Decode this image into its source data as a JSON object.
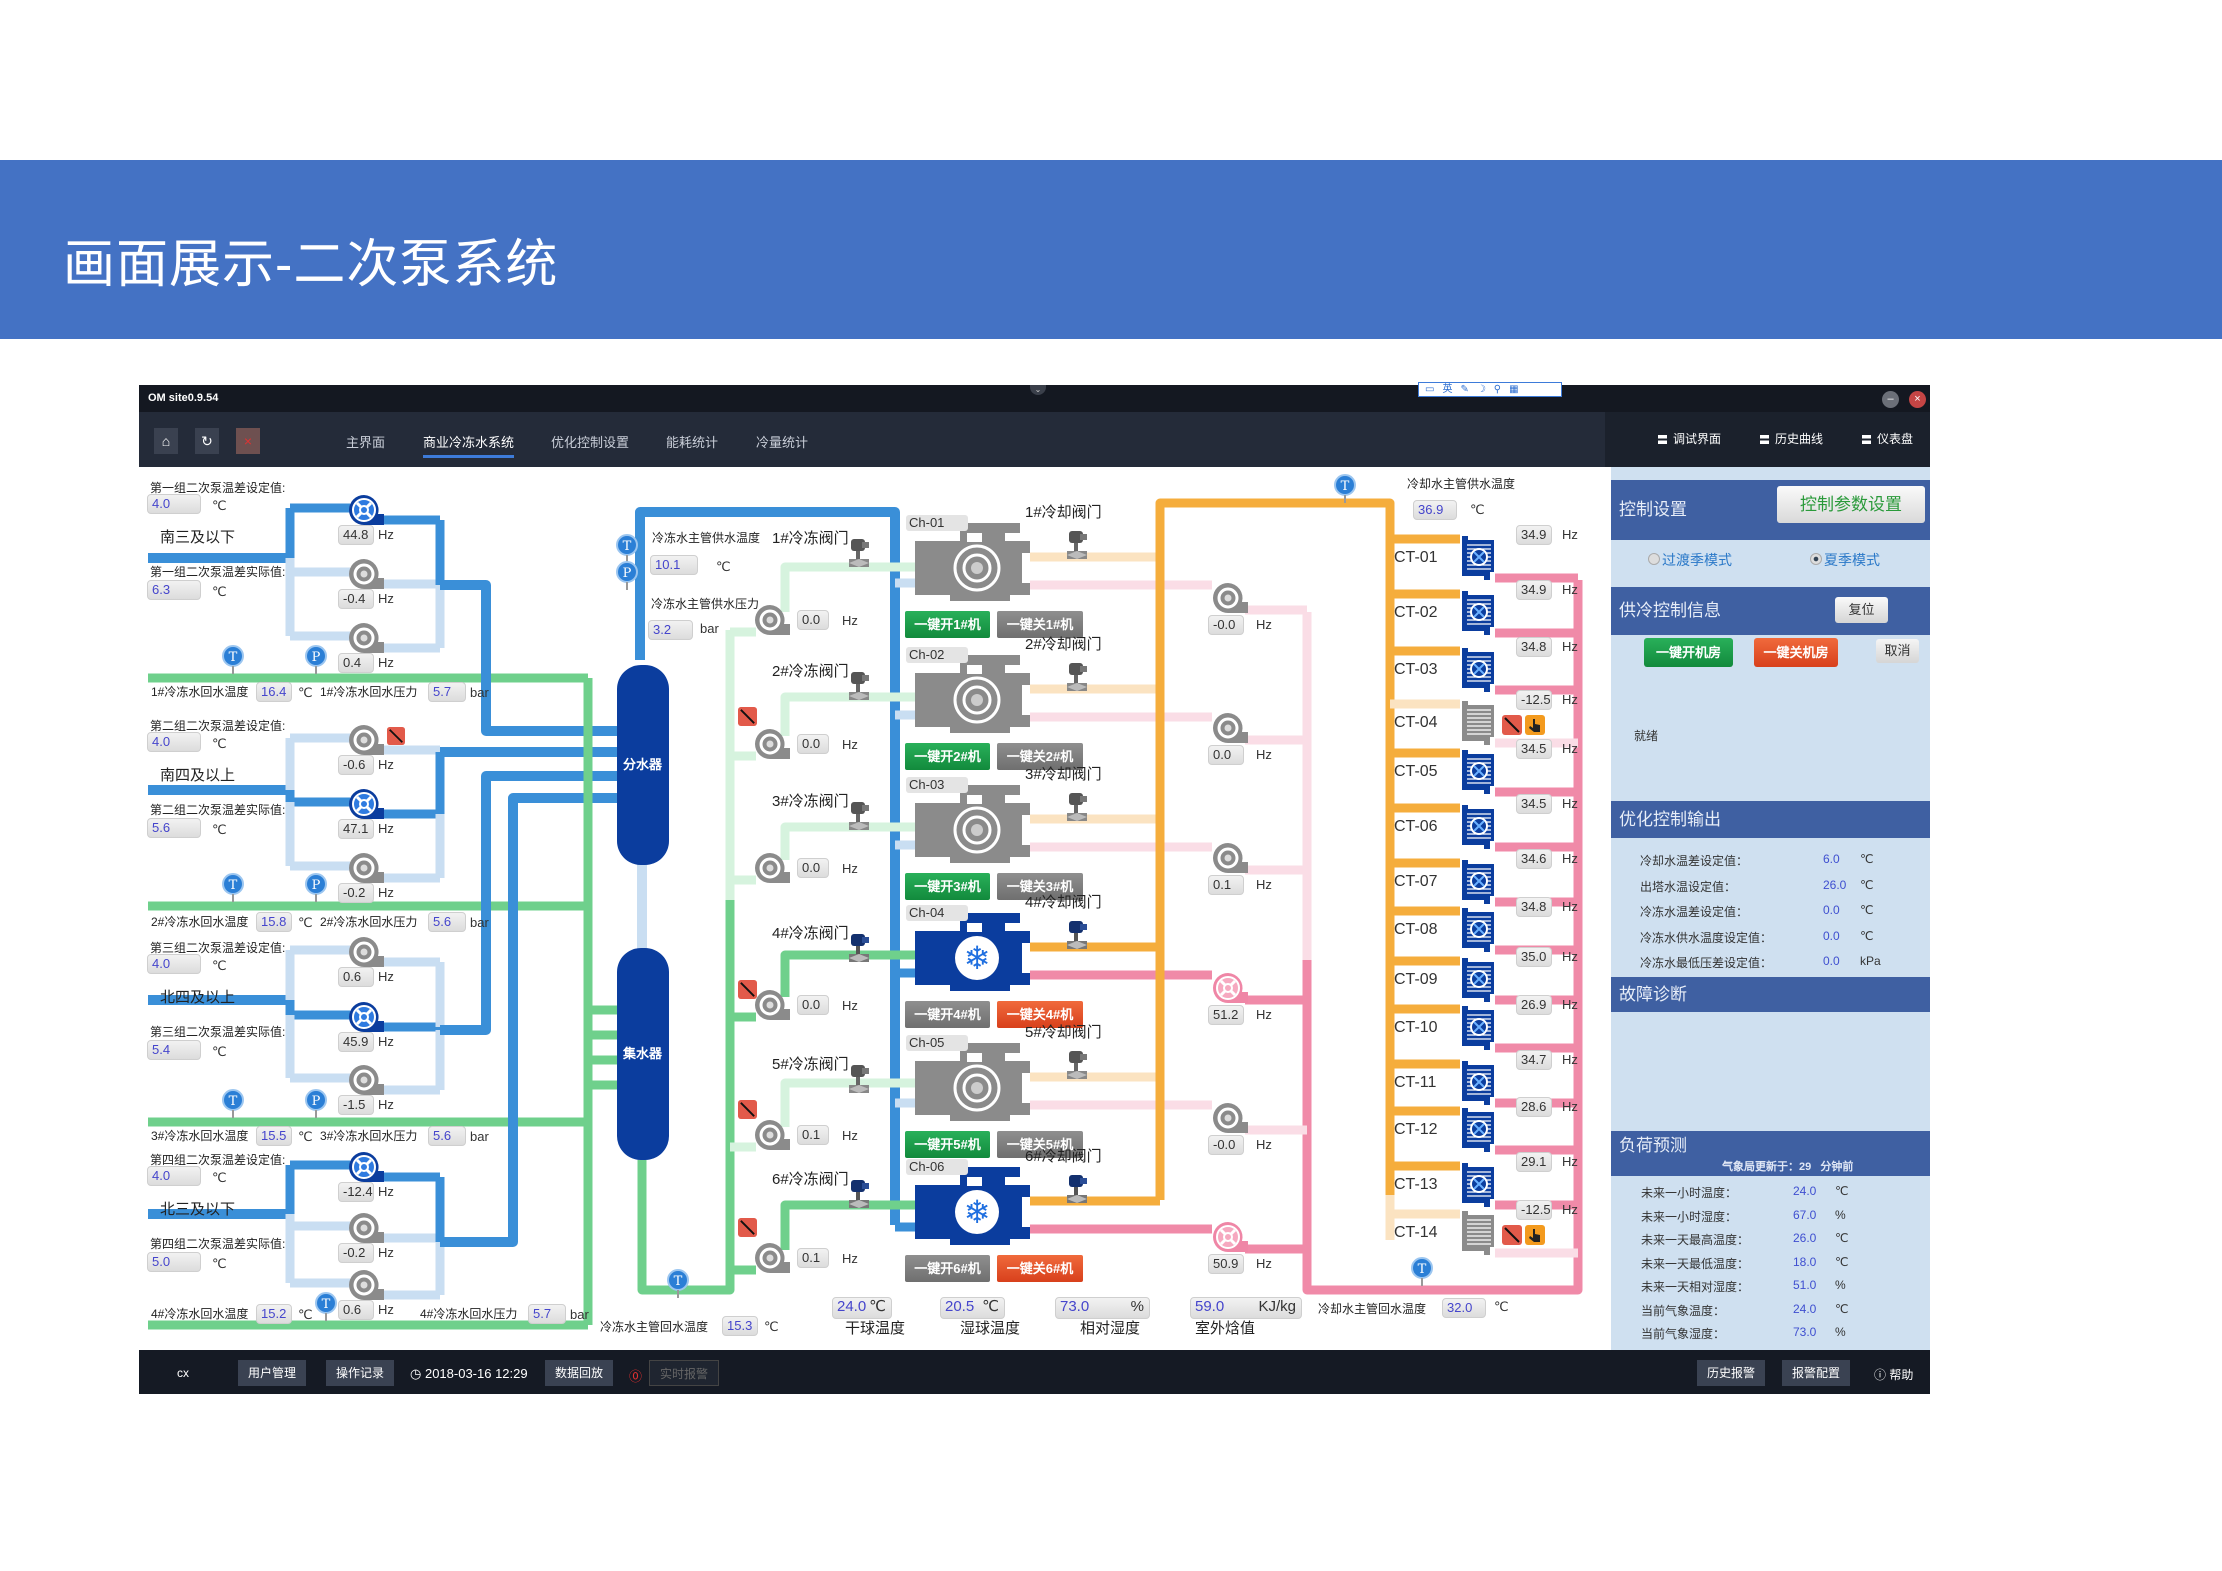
{
  "slide": {
    "title": "画面展示-二次泵系统"
  },
  "app": {
    "title": "OM site0.9.54"
  },
  "nav": {
    "tabs": [
      "主界面",
      "商业冷冻水系统",
      "优化控制设置",
      "能耗统计",
      "冷量统计"
    ],
    "active_tab": "商业冷冻水系统",
    "right": [
      "调试界面",
      "历史曲线",
      "仪表盘"
    ]
  },
  "units": {
    "c": "℃",
    "hz": "Hz",
    "bar": "bar",
    "pct": "%",
    "kjkg": "KJ/kg",
    "kpa": "kPa"
  },
  "secondary_groups": [
    {
      "set_label": "第一组二次泵温差设定值:",
      "set_value": "4.0",
      "zone": "南三及以下",
      "actual_label": "第一组二次泵温差实际值:",
      "actual_value": "6.3",
      "pumps": [
        "44.8",
        "-0.4",
        "0.4"
      ],
      "active_pump": 0,
      "return_temp_label": "1#冷冻水回水温度",
      "return_temp": "16.4",
      "return_pressure_label": "1#冷冻水回水压力",
      "return_pressure": "5.7"
    },
    {
      "set_label": "第二组二次泵温差设定值:",
      "set_value": "4.0",
      "zone": "南四及以上",
      "actual_label": "第二组二次泵温差实际值:",
      "actual_value": "5.6",
      "pumps": [
        "-0.6",
        "47.1",
        "-0.2"
      ],
      "active_pump": 1,
      "return_temp_label": "2#冷冻水回水温度",
      "return_temp": "15.8",
      "return_pressure_label": "2#冷冻水回水压力",
      "return_pressure": "5.6"
    },
    {
      "set_label": "第三组二次泵温差设定值:",
      "set_value": "4.0",
      "zone": "北四及以上",
      "actual_label": "第三组二次泵温差实际值:",
      "actual_value": "5.4",
      "pumps": [
        "0.6",
        "45.9",
        "-1.5"
      ],
      "active_pump": 1,
      "return_temp_label": "3#冷冻水回水温度",
      "return_temp": "15.5",
      "return_pressure_label": "3#冷冻水回水压力",
      "return_pressure": "5.6"
    },
    {
      "set_label": "第四组二次泵温差设定值:",
      "set_value": "4.0",
      "zone": "北三及以下",
      "actual_label": "第四组二次泵温差实际值:",
      "actual_value": "5.0",
      "pumps": [
        "-12.4",
        "-0.2",
        "0.6"
      ],
      "active_pump": 0,
      "return_temp_label": "4#冷冻水回水温度",
      "return_temp": "15.2",
      "return_pressure_label": "4#冷冻水回水压力",
      "return_pressure": "5.7"
    }
  ],
  "vessels": {
    "distributor": "分水器",
    "collector": "集水器"
  },
  "chilled_main": {
    "supply_temp_label": "冷冻水主管供水温度",
    "supply_temp": "10.1",
    "supply_pressure_label": "冷冻水主管供水压力",
    "supply_pressure": "3.2",
    "return_temp_label": "冷冻水主管回水温度",
    "return_temp": "15.3"
  },
  "chilled_pumps": [
    {
      "valve_label": "1#冷冻阀门",
      "hz": "0.0",
      "alarm": false
    },
    {
      "valve_label": "2#冷冻阀门",
      "hz": "0.0",
      "alarm": true
    },
    {
      "valve_label": "3#冷冻阀门",
      "hz": "0.0",
      "alarm": false
    },
    {
      "valve_label": "4#冷冻阀门",
      "hz": "0.0",
      "alarm": true
    },
    {
      "valve_label": "5#冷冻阀门",
      "hz": "0.1",
      "alarm": true
    },
    {
      "valve_label": "6#冷冻阀门",
      "hz": "0.1",
      "alarm": true
    }
  ],
  "chillers": [
    {
      "id": "Ch-01",
      "running": false,
      "open_label": "一键开1#机",
      "close_label": "一键关1#机",
      "valve_label": "1#冷却阀门"
    },
    {
      "id": "Ch-02",
      "running": false,
      "open_label": "一键开2#机",
      "close_label": "一键关2#机",
      "valve_label": "2#冷却阀门"
    },
    {
      "id": "Ch-03",
      "running": false,
      "open_label": "一键开3#机",
      "close_label": "一键关3#机",
      "valve_label": "3#冷却阀门"
    },
    {
      "id": "Ch-04",
      "running": true,
      "open_label": "一键开4#机",
      "close_label": "一键关4#机",
      "valve_label": "4#冷却阀门"
    },
    {
      "id": "Ch-05",
      "running": false,
      "open_label": "一键开5#机",
      "close_label": "一键关5#机",
      "valve_label": "5#冷却阀门"
    },
    {
      "id": "Ch-06",
      "running": true,
      "open_label": "一键开6#机",
      "close_label": "一键关6#机",
      "valve_label": "6#冷却阀门"
    }
  ],
  "condenser_pumps": [
    {
      "hz": "-0.0",
      "running": false
    },
    {
      "hz": "0.0",
      "running": false
    },
    {
      "hz": "0.1",
      "running": false
    },
    {
      "hz": "51.2",
      "running": true
    },
    {
      "hz": "-0.0",
      "running": false
    },
    {
      "hz": "50.9",
      "running": true
    }
  ],
  "cooling_main": {
    "supply_temp_label": "冷却水主管供水温度",
    "supply_temp": "36.9",
    "return_temp_label": "冷却水主管回水温度",
    "return_temp": "32.0"
  },
  "cooling_towers": [
    {
      "id": "CT-01",
      "hz": "34.9",
      "running": true
    },
    {
      "id": "CT-02",
      "hz": "34.9",
      "running": true
    },
    {
      "id": "CT-03",
      "hz": "34.8",
      "running": true
    },
    {
      "id": "CT-04",
      "hz": "-12.5",
      "running": false
    },
    {
      "id": "CT-05",
      "hz": "34.5",
      "running": true
    },
    {
      "id": "CT-06",
      "hz": "34.5",
      "running": true
    },
    {
      "id": "CT-07",
      "hz": "34.6",
      "running": true
    },
    {
      "id": "CT-08",
      "hz": "34.8",
      "running": true
    },
    {
      "id": "CT-09",
      "hz": "35.0",
      "running": true
    },
    {
      "id": "CT-10",
      "hz": "26.9",
      "running": true
    },
    {
      "id": "CT-11",
      "hz": "34.7",
      "running": true
    },
    {
      "id": "CT-12",
      "hz": "28.6",
      "running": true
    },
    {
      "id": "CT-13",
      "hz": "29.1",
      "running": true
    },
    {
      "id": "CT-14",
      "hz": "-12.5",
      "running": false
    }
  ],
  "weather": [
    {
      "value": "24.0",
      "unit": "℃",
      "label": "干球温度"
    },
    {
      "value": "20.5",
      "unit": "℃",
      "label": "湿球温度"
    },
    {
      "value": "73.0",
      "unit": "%",
      "label": "相对湿度"
    },
    {
      "value": "59.0",
      "unit": "KJ/kg",
      "label": "室外焓值"
    }
  ],
  "right_panel": {
    "control_settings": {
      "title": "控制设置",
      "param_button": "控制参数设置",
      "mode_transition": "过渡季模式",
      "mode_summer": "夏季模式",
      "selected_mode": "夏季模式"
    },
    "supply_info": {
      "title": "供冷控制信息",
      "reset": "复位",
      "start_all": "一键开机房",
      "stop_all": "一键关机房",
      "cancel": "取消",
      "status": "就绪"
    },
    "optimization": {
      "title": "优化控制输出",
      "rows": [
        {
          "label": "冷却水温差设定值：",
          "value": "6.0",
          "unit": "℃"
        },
        {
          "label": "出塔水温设定值：",
          "value": "26.0",
          "unit": "℃"
        },
        {
          "label": "冷冻水温差设定值：",
          "value": "0.0",
          "unit": "℃"
        },
        {
          "label": "冷冻水供水温度设定值：",
          "value": "0.0",
          "unit": "℃"
        },
        {
          "label": "冷冻水最低压差设定值：",
          "value": "0.0",
          "unit": "kPa"
        }
      ]
    },
    "fault": {
      "title": "故障诊断"
    },
    "forecast": {
      "title": "负荷预测",
      "updated_prefix": "气象局更新于：",
      "updated_minutes": "29",
      "updated_suffix": "分钟前",
      "rows": [
        {
          "label": "未来一小时温度：",
          "value": "24.0",
          "unit": "℃"
        },
        {
          "label": "未来一小时湿度：",
          "value": "67.0",
          "unit": "%"
        },
        {
          "label": "未来一天最高温度：",
          "value": "26.0",
          "unit": "℃"
        },
        {
          "label": "未来一天最低温度：",
          "value": "18.0",
          "unit": "℃"
        },
        {
          "label": "未来一天相对湿度：",
          "value": "51.0",
          "unit": "%"
        },
        {
          "label": "当前气象温度：",
          "value": "24.0",
          "unit": "℃"
        },
        {
          "label": "当前气象湿度：",
          "value": "73.0",
          "unit": "%"
        }
      ]
    }
  },
  "bottom": {
    "user": "cx",
    "user_mgmt": "用户管理",
    "op_log": "操作记录",
    "datetime": "2018-03-16 12:29",
    "playback": "数据回放",
    "realtime_alarm": "实时报警",
    "history_alarm": "历史报警",
    "alarm_config": "报警配置",
    "help": "帮助"
  },
  "colors": {
    "header_band": "#4472c4",
    "pipe_chilled": "#3a8fd8",
    "pipe_return": "#6fd08c",
    "pipe_cooling_supply": "#f5ad3c",
    "pipe_cooling_return": "#f08aa8",
    "running": "#0b3d9e",
    "btn_green": "#18994a",
    "btn_red": "#e2522b"
  }
}
